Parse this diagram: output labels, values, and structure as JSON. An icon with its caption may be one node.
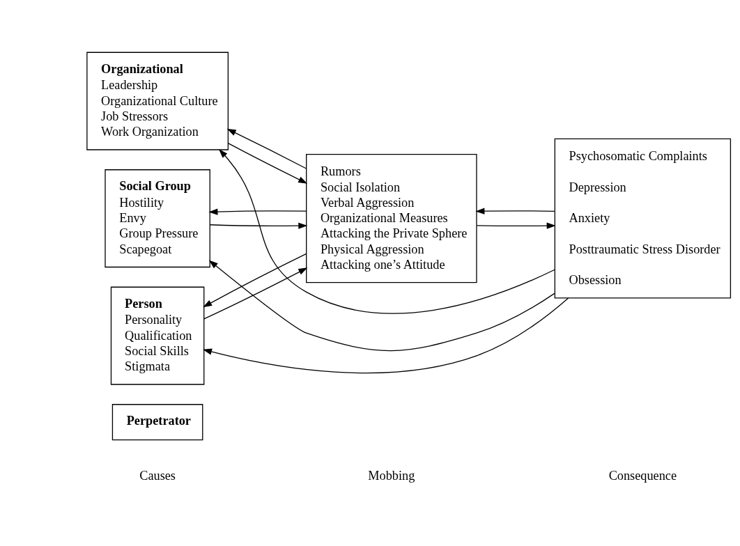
{
  "diagram": {
    "nodes": [
      {
        "text": [
          "Organizational",
          "Leadership",
          "Organizational Culture",
          "Job Stressors",
          "Work Organization"
        ]
      },
      {
        "text": [
          "Perpetrator"
        ]
      },
      {
        "text": [
          "Social Group",
          "Hostility",
          "Envy",
          "Group Pressure",
          "Scapegoat"
        ]
      },
      {
        "text": [
          "Person",
          "Personality",
          "Qualification",
          "Social Skills",
          "Stigmata"
        ]
      },
      {
        "text": [
          "Rumors",
          "Social Isolation",
          "Verbal Aggression",
          "Organizational Measures",
          "Attacking the Private Sphere",
          "Physical Aggression",
          "Attacking one’s Attitude"
        ]
      },
      {
        "text": [
          "Psychosomatic Complaints",
          "Depression",
          "Anxiety",
          "Posttraumatic Stress Disorder",
          "Obsession"
        ]
      }
    ],
    "edges": [
      {
        "from": 0,
        "to": 4,
        "arrow": "to"
      },
      {
        "from": 4,
        "to": 0,
        "arrow": "to"
      },
      {
        "from": 2,
        "to": 4,
        "arrow": "to"
      },
      {
        "from": 4,
        "to": 2,
        "arrow": "to"
      },
      {
        "from": 3,
        "to": 4,
        "arrow": "to"
      },
      {
        "from": 4,
        "to": 3,
        "arrow": "to"
      },
      {
        "from": 4,
        "to": 5,
        "arrow": "to"
      },
      {
        "from": 5,
        "to": 4,
        "arrow": "to"
      },
      {
        "from": 5,
        "to": 0,
        "arrow": "to"
      },
      {
        "from": 5,
        "to": 2,
        "arrow": "to"
      },
      {
        "from": 5,
        "to": 3,
        "arrow": "to"
      }
    ],
    "labels": [
      "Causes",
      "Mobbing",
      "Consequence"
    ]
  }
}
